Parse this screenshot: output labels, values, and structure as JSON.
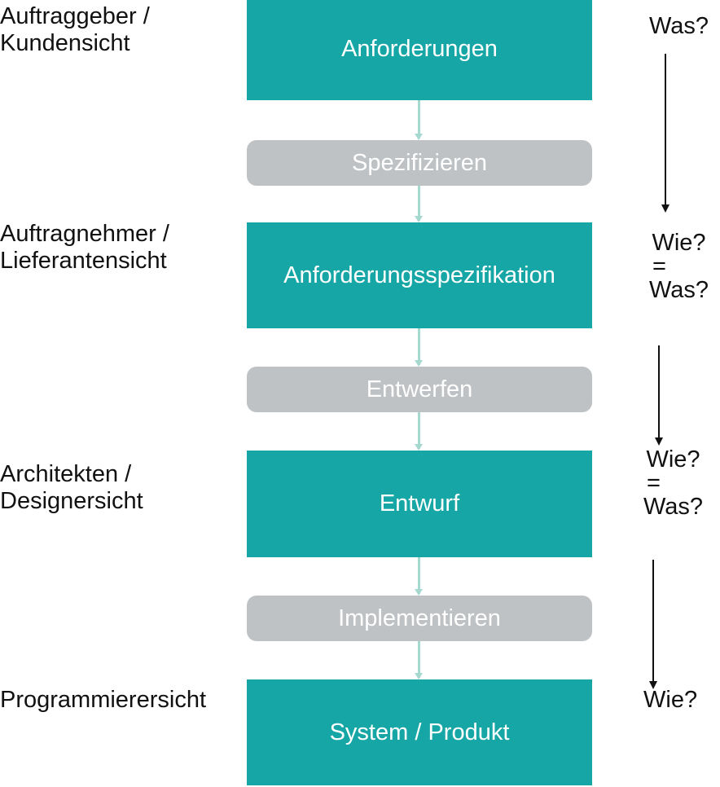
{
  "views": [
    {
      "line1": "Auftraggeber /",
      "line2": "Kundensicht"
    },
    {
      "line1": "Auftragnehmer /",
      "line2": "Lieferantensicht"
    },
    {
      "line1": "Architekten /",
      "line2": "Designersicht"
    },
    {
      "line1": "Programmierersicht",
      "line2": ""
    }
  ],
  "stages": [
    "Anforderungen",
    "Anforderungsspezifikation",
    "Entwurf",
    "System / Produkt"
  ],
  "activities": [
    "Spezifizieren",
    "Entwerfen",
    "Implementieren"
  ],
  "questions": [
    {
      "lines": [
        "Was?"
      ]
    },
    {
      "lines": [
        "Wie?",
        "=",
        "Was?"
      ]
    },
    {
      "lines": [
        "Wie?",
        "=",
        "Was?"
      ]
    },
    {
      "lines": [
        "Wie?"
      ]
    }
  ],
  "colors": {
    "stage": "#16a6a5",
    "activity": "#bfc2c4",
    "connector": "#a5d8cf",
    "text": "#111111"
  }
}
